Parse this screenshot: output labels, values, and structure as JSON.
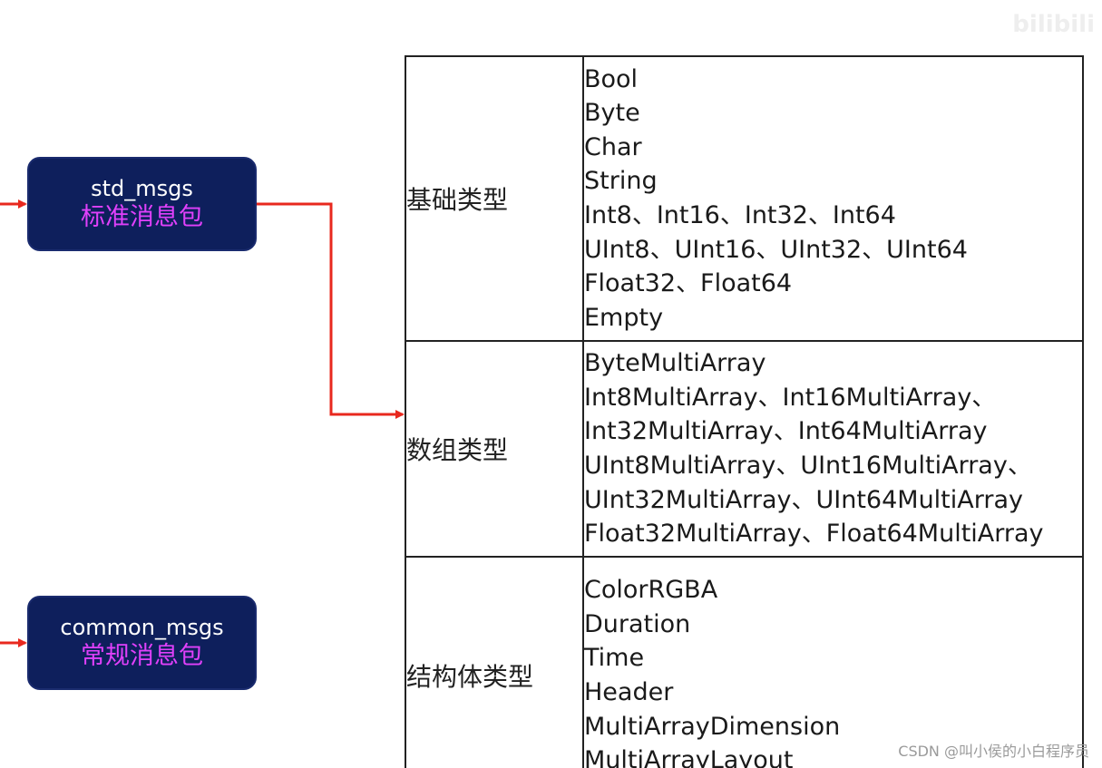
{
  "packages": [
    {
      "id": "std",
      "name": "std_msgs",
      "desc": "标准消息包"
    },
    {
      "id": "common",
      "name": "common_msgs",
      "desc": "常规消息包"
    }
  ],
  "table": {
    "rows": [
      {
        "category": "基础类型",
        "items": [
          "Bool",
          "Byte",
          "Char",
          "String",
          "Int8、Int16、Int32、Int64",
          "UInt8、UInt16、UInt32、UInt64",
          "Float32、Float64",
          "Empty"
        ]
      },
      {
        "category": "数组类型",
        "items": [
          "ByteMultiArray",
          "Int8MultiArray、Int16MultiArray、",
          "Int32MultiArray、Int64MultiArray",
          "UInt8MultiArray、UInt16MultiArray、",
          "UInt32MultiArray、UInt64MultiArray",
          "Float32MultiArray、Float64MultiArray"
        ]
      },
      {
        "category": "结构体类型",
        "items": [
          "ColorRGBA",
          "Duration",
          "Time",
          "Header",
          "MultiArrayDimension",
          "MultiArrayLayout"
        ]
      }
    ]
  },
  "watermark": "CSDN @叫小侯的小白程序员",
  "colors": {
    "box_fill": "#0e1f5c",
    "box_desc": "#e040fb",
    "arrow": "#e8281e"
  }
}
